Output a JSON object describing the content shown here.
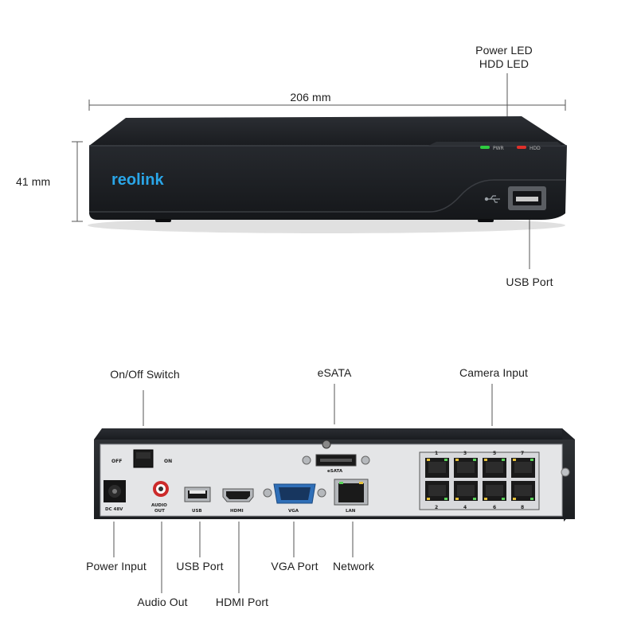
{
  "front_view": {
    "width_dimension": "206 mm",
    "height_dimension": "41 mm",
    "led_callout_line1": "Power LED",
    "led_callout_line2": "HDD LED",
    "usb_callout": "USB Port",
    "brand_logo": "reolink",
    "led_power_text": "PWR",
    "led_hdd_text": "HDD",
    "colors": {
      "body": "#1c1e22",
      "logo": "#2aa6e8",
      "power_led": "#2ecc40",
      "hdd_led": "#e0302a"
    }
  },
  "rear_view": {
    "callouts": {
      "switch": "On/Off Switch",
      "esata": "eSATA",
      "camera_input": "Camera Input",
      "power_input": "Power Input",
      "audio_out": "Audio Out",
      "usb_port": "USB Port",
      "hdmi_port": "HDMI Port",
      "vga_port": "VGA Port",
      "network": "Network"
    },
    "panel_text": {
      "off": "OFF",
      "on": "ON",
      "dc": "DC 48V",
      "audio1": "AUDIO",
      "audio2": "OUT",
      "usb": "USB",
      "hdmi": "HDMI",
      "vga": "VGA",
      "esata": "eSATA",
      "lan": "LAN",
      "poe_top": [
        "1",
        "3",
        "5",
        "7"
      ],
      "poe_bottom": [
        "2",
        "4",
        "6",
        "8"
      ]
    }
  }
}
